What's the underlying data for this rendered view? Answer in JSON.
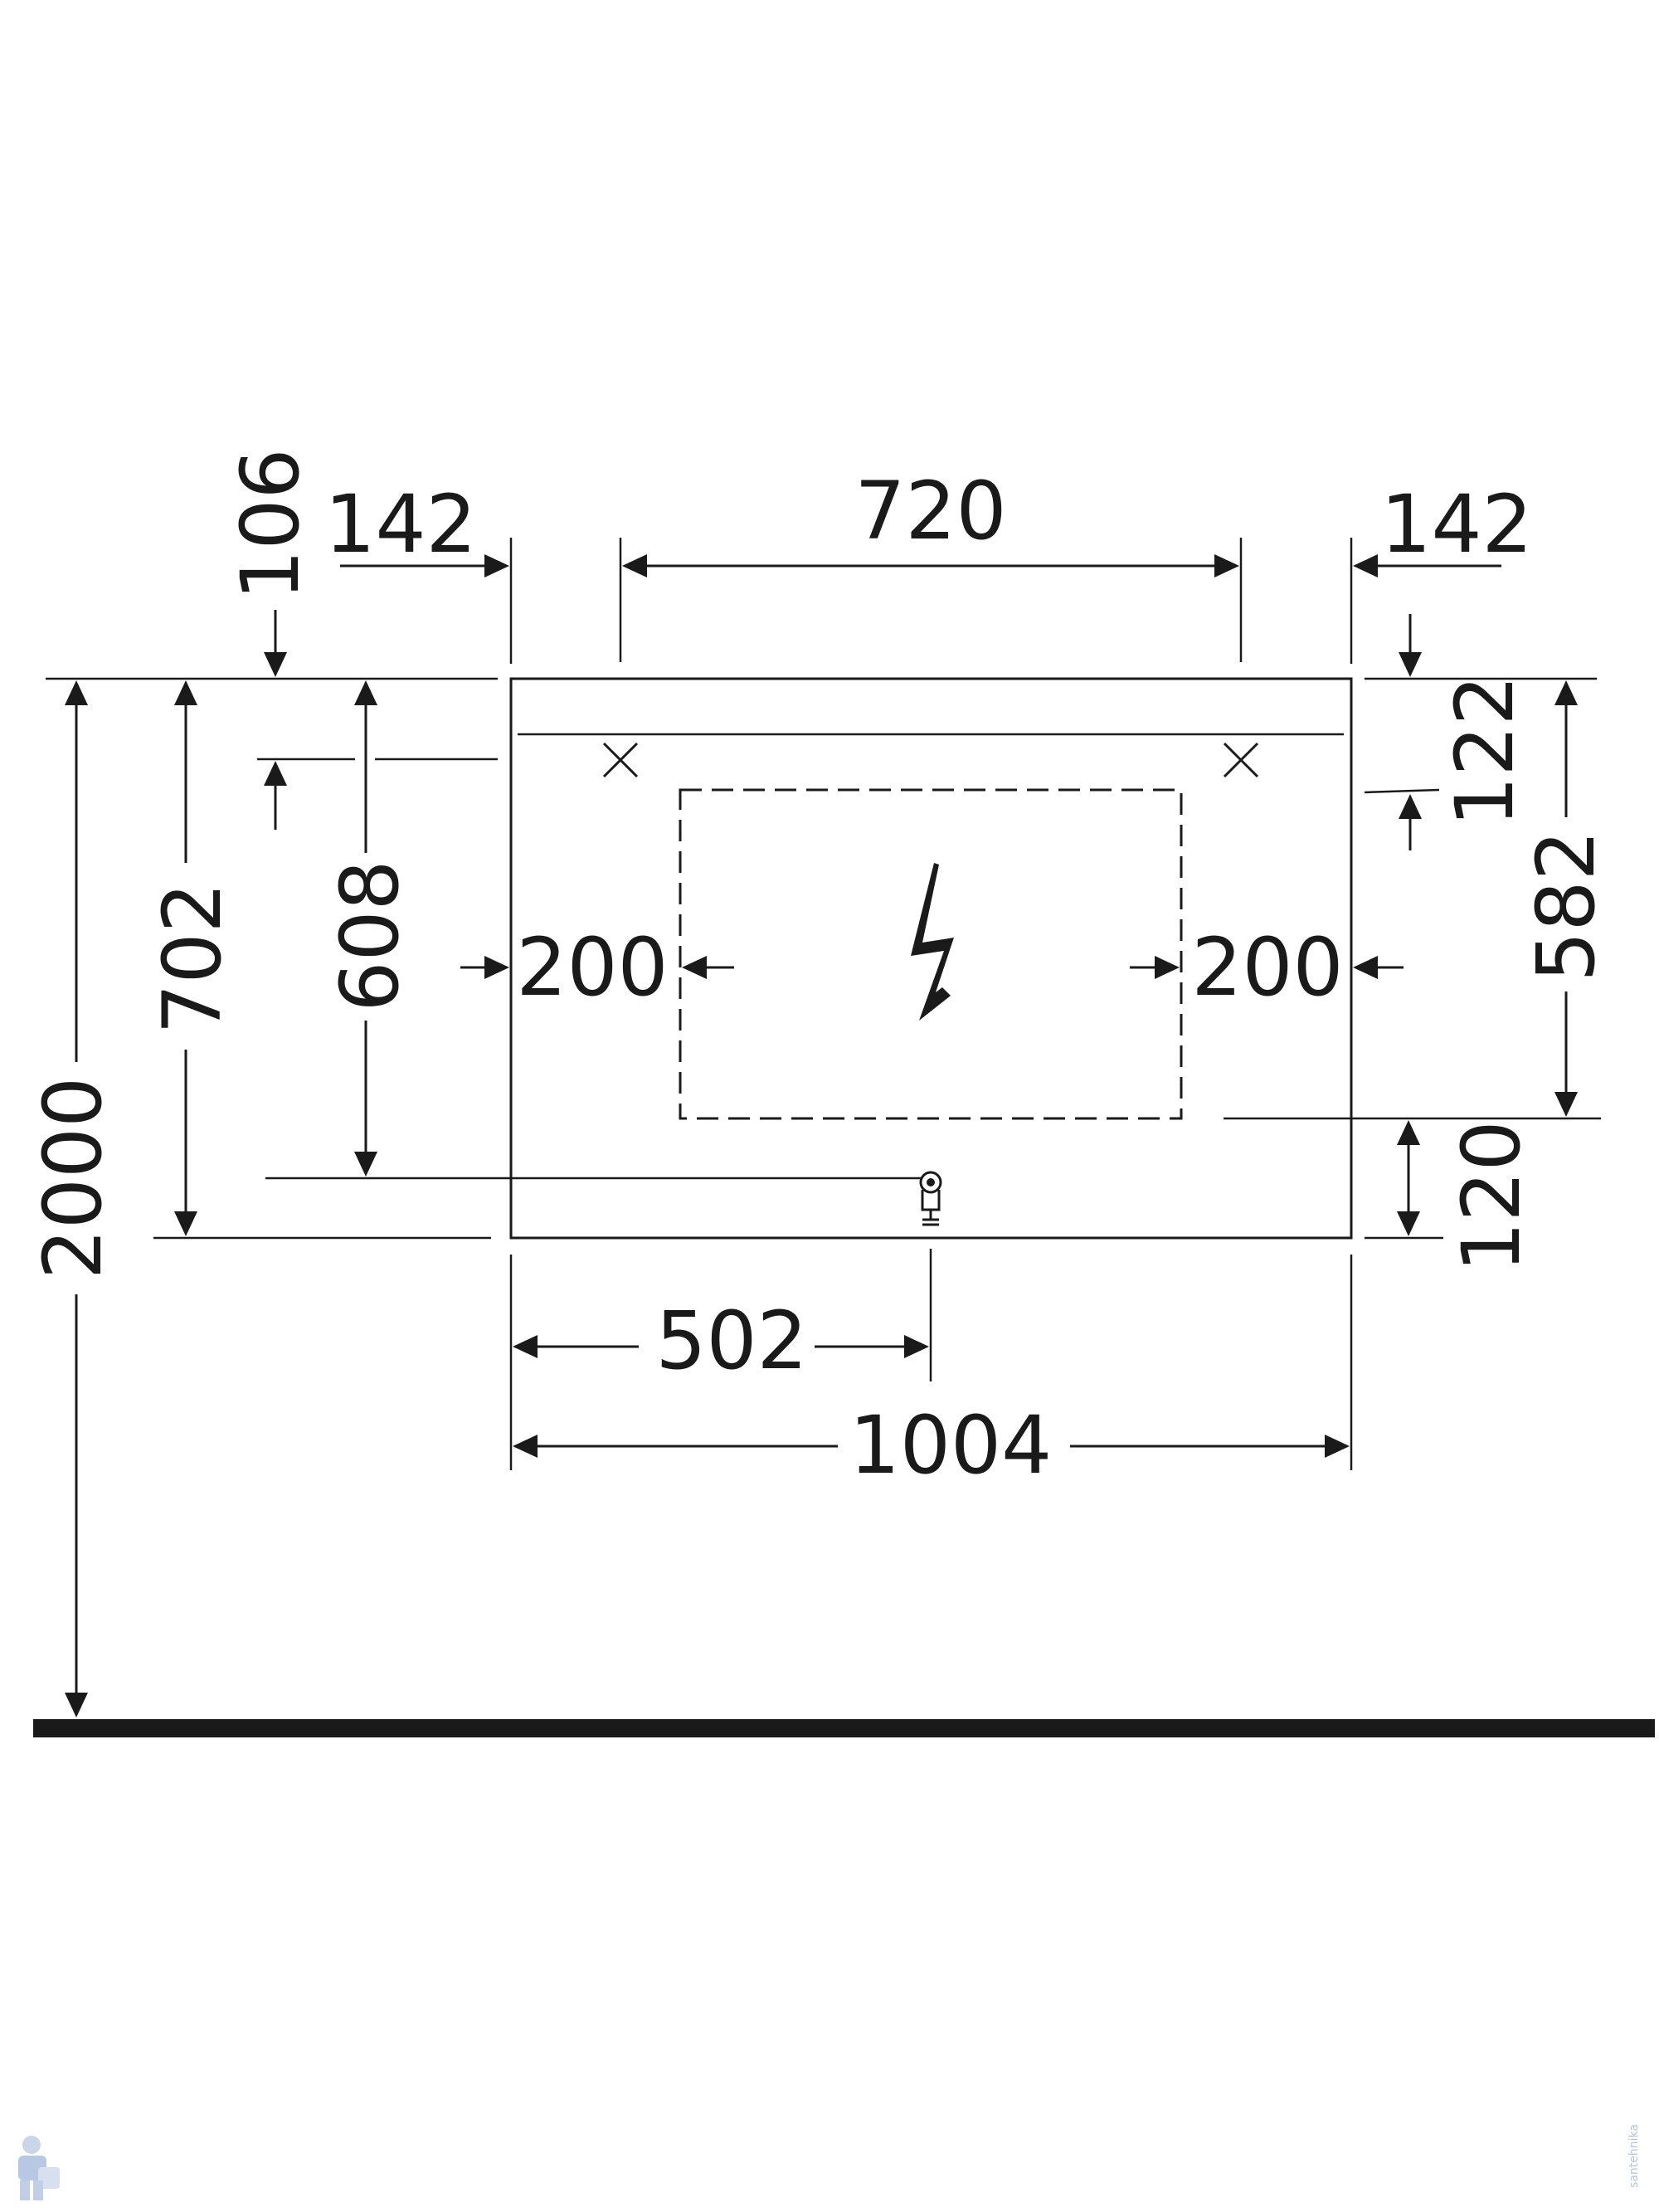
{
  "dimensions": {
    "d_106": "106",
    "d_142_left": "142",
    "d_720": "720",
    "d_142_right": "142",
    "d_122": "122",
    "d_582": "582",
    "d_2000": "2000",
    "d_702": "702",
    "d_608": "608",
    "d_200_left": "200",
    "d_200_right": "200",
    "d_120": "120",
    "d_502": "502",
    "d_1004": "1004"
  },
  "watermark": {
    "text": "santehnika"
  },
  "colors": {
    "line": "#1a1a1a",
    "floor": "#1a1a1a",
    "background": "#ffffff",
    "watermark": "#b8c4d8"
  },
  "icons": {
    "electric": "lightning-bolt-icon",
    "mount": "mounting-cross-icon",
    "drain": "drain-outlet-icon"
  }
}
